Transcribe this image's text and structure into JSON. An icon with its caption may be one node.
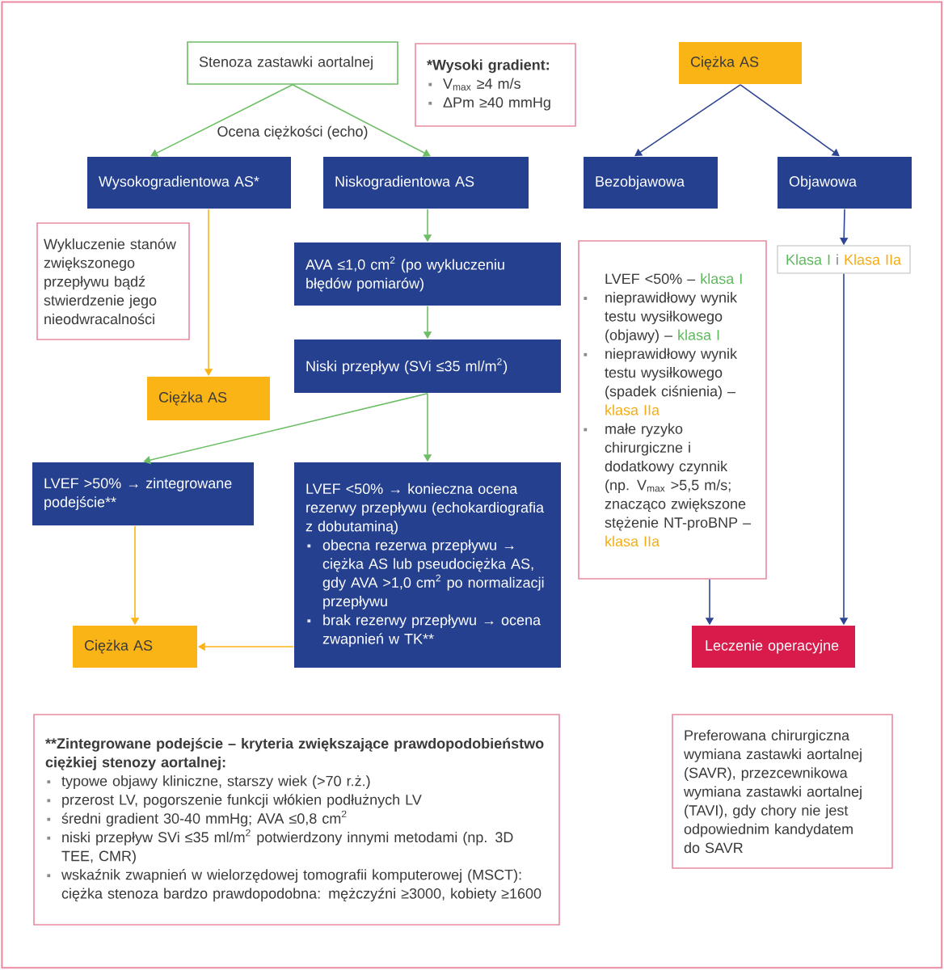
{
  "diagram": {
    "nodes": [
      {
        "text": [
          "Stenoza zastawki aortalnej"
        ]
      },
      {
        "text": [
          "*Wysoki gradient:",
          "V$_{max}$ ≥4 m/s",
          "ΔPm ≥40 mmHg"
        ]
      },
      {
        "text": [
          "Ciężka AS"
        ]
      },
      {
        "text": [
          "Wysokogradientowa AS*"
        ]
      },
      {
        "text": [
          "Niskogradientowa AS"
        ]
      },
      {
        "text": [
          "Bezobjawowa"
        ]
      },
      {
        "text": [
          "Objawowa"
        ]
      },
      {
        "text": [
          "Wykluczenie stanów zwiększonego przepływu bądź stwierdzenie jego nieodwracalności"
        ]
      },
      {
        "text": [
          "AVA ≤1,0 cm$^{2}$ (po wykluczeniu błędów pomiarów)"
        ]
      },
      {
        "text": [
          "Ciężka AS"
        ]
      },
      {
        "text": [
          "Niski przepływ (SVi ≤35 ml/m$^{2}$)"
        ]
      },
      {
        "text": [
          "LVEF >50% → zintegrowane podejście**"
        ]
      },
      {
        "text": [
          "LVEF <50% → konieczna ocena rezerwy przepływu (echokardiografia z dobutaminą)",
          "obecna rezerwa przepływu → ciężka AS lub pseudociężka AS, gdy AVA >1,0 cm$^{2}$ po normalizacji przepływu",
          "brak rezerwy przepływu → ocena zwapnień w TK**"
        ]
      },
      {
        "text": [
          "Ciężka AS"
        ]
      },
      {
        "text": [
          "LVEF <50% –",
          "klasa I",
          "nieprawidłowy wynik testu wysiłkowego (objawy) –",
          "klasa I",
          "nieprawidłowy wynik testu wysiłkowego (spadek ciśnienia) –",
          "klasa IIa",
          "małe ryzyko chirurgiczne i dodatkowy czynnik (np. V$_{max}$ >5,5 m/s; znacząco zwiększone stężenie NT-proBNP –",
          "klasa IIa"
        ]
      },
      {
        "text": [
          "Klasa I",
          "i",
          "Klasa IIa"
        ]
      },
      {
        "text": [
          "Leczenie operacyjne"
        ]
      },
      {
        "text": [
          "**Zintegrowane podejście – kryteria zwiększające prawdopodobieństwo ciężkiej stenozy aortalnej:",
          "typowe objawy kliniczne, starszy wiek (>70 r.ż.)",
          "przerost LV, pogorszenie funkcji włókien podłużnych LV",
          "średni gradient 30-40 mmHg; AVA ≤0,8 cm$^{2}$",
          "niski przepływ SVi ≤35 ml/m$^{2}$ potwierdzony innymi metodami (np. 3D TEE, CMR)",
          "wskaźnik zwapnień w wielorzędowej tomografii komputerowej (MSCT): ciężka stenoza bardzo prawdopodobna: mężczyźni ≥3000, kobiety ≥1600"
        ]
      },
      {
        "text": [
          "Preferowana chirurgiczna wymiana zastawki aortalnej (SAVR), przezcewnikowa wymiana zastawki aortalnej (TAVI), gdy chory nie jest odpowiednim kandydatem do SAVR"
        ]
      }
    ],
    "edges": [
      {
        "from": 0,
        "to": 3,
        "arrow": "to"
      },
      {
        "from": 0,
        "to": 4,
        "arrow": "to"
      },
      {
        "from": 2,
        "to": 5,
        "arrow": "to",
        "color": "#2e4593"
      },
      {
        "from": 2,
        "to": 6,
        "arrow": "to",
        "color": "#2e4593"
      },
      {
        "from": 3,
        "to": 9,
        "arrow": "to",
        "color": "#fbb415"
      },
      {
        "from": 4,
        "to": 8,
        "arrow": "to"
      },
      {
        "from": 8,
        "to": 10,
        "arrow": "to"
      },
      {
        "from": 10,
        "to": 11,
        "arrow": "to"
      },
      {
        "from": 10,
        "to": 12,
        "arrow": "to"
      },
      {
        "from": 11,
        "to": 13,
        "arrow": "to",
        "color": "#fbb415"
      },
      {
        "from": 12,
        "to": 13,
        "arrow": "to",
        "color": "#fbb415"
      },
      {
        "from": 6,
        "to": 15,
        "arrow": "to",
        "color": "#2e4593"
      },
      {
        "from": 14,
        "to": 16,
        "arrow": "to",
        "color": "#2e4593"
      },
      {
        "from": 15,
        "to": 16,
        "arrow": "to",
        "color": "#2e4593"
      }
    ],
    "labels": [
      "Ocena ciężkości (echo)"
    ]
  }
}
